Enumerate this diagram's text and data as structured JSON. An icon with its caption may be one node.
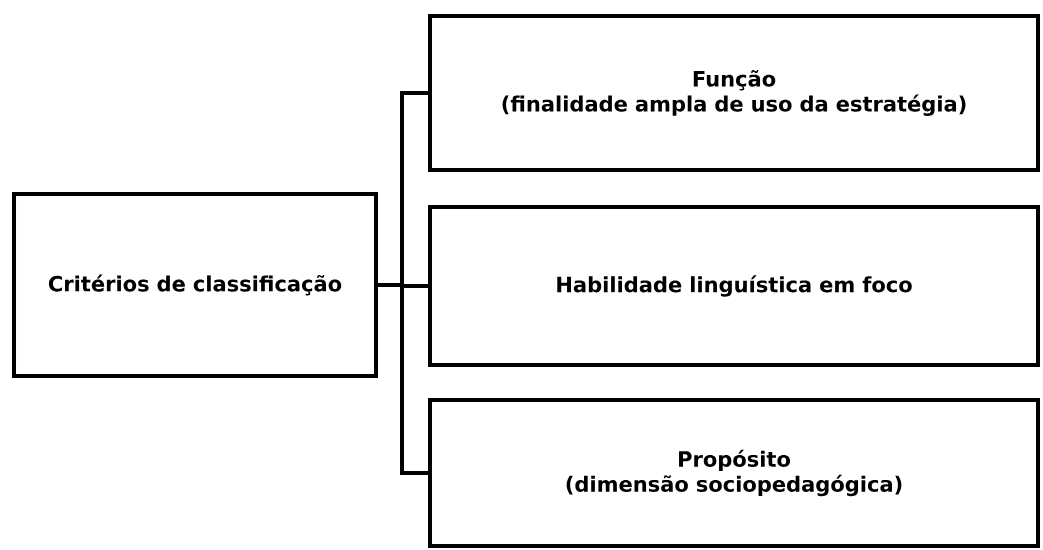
{
  "diagram": {
    "nodes": [
      {
        "text": [
          "Critérios de classificação"
        ]
      },
      {
        "text": [
          "Função",
          "(finalidade ampla de uso da estratégia)"
        ]
      },
      {
        "text": [
          "Habilidade linguística em foco"
        ]
      },
      {
        "text": [
          "Propósito",
          "(dimensão sociopedagógica)"
        ]
      }
    ],
    "edges": [
      {
        "from": 0,
        "to": 1,
        "arrow": "none"
      },
      {
        "from": 0,
        "to": 2,
        "arrow": "none"
      },
      {
        "from": 0,
        "to": 3,
        "arrow": "none"
      }
    ]
  }
}
